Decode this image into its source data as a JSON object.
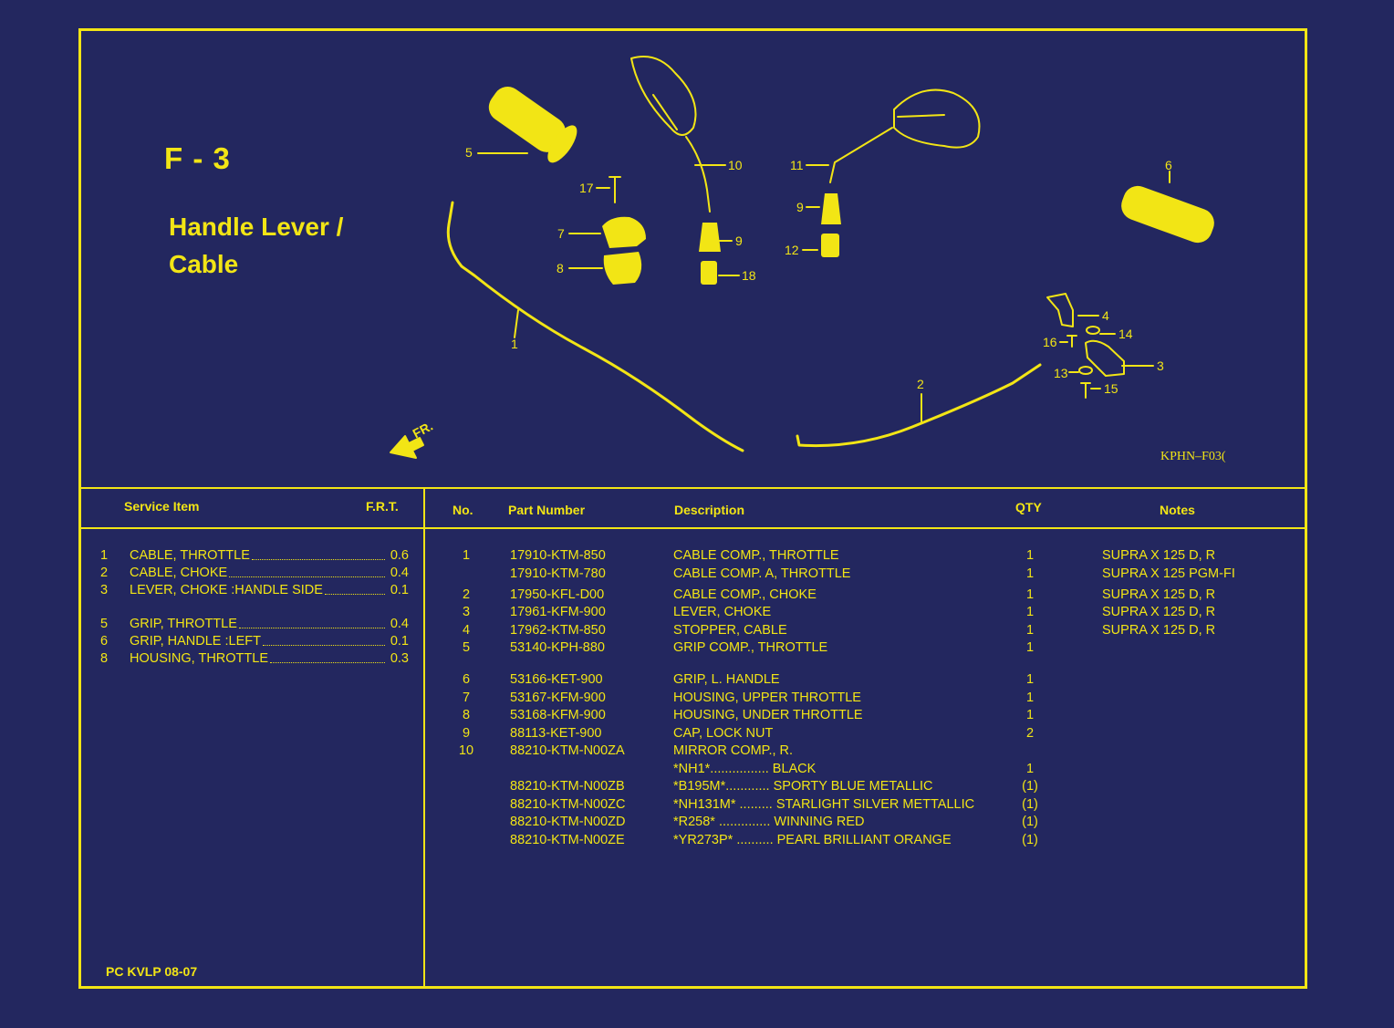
{
  "title": {
    "code": "F - 3",
    "name": "Handle Lever / Cable"
  },
  "figure_code": "KPHN–F03(",
  "direction_label": "FR.",
  "footer_code": "PC KVLP 08-07",
  "colors": {
    "background": "#23275f",
    "ink": "#f2e515"
  },
  "callouts": [
    "1",
    "2",
    "3",
    "4",
    "5",
    "6",
    "7",
    "8",
    "9",
    "9",
    "10",
    "11",
    "12",
    "13",
    "14",
    "15",
    "16",
    "17",
    "18"
  ],
  "service_table": {
    "headers": {
      "item": "Service Item",
      "frt": "F.R.T."
    },
    "rows": [
      {
        "no": "1",
        "name": "CABLE, THROTTLE",
        "frt": "0.6"
      },
      {
        "no": "2",
        "name": "CABLE, CHOKE",
        "frt": "0.4"
      },
      {
        "no": "3",
        "name": "LEVER, CHOKE :HANDLE SIDE",
        "frt": "0.1"
      },
      {
        "no": "5",
        "name": "GRIP, THROTTLE",
        "frt": "0.4"
      },
      {
        "no": "6",
        "name": "GRIP, HANDLE :LEFT",
        "frt": "0.1"
      },
      {
        "no": "8",
        "name": "HOUSING, THROTTLE",
        "frt": "0.3"
      }
    ]
  },
  "parts_table": {
    "headers": {
      "no": "No.",
      "part": "Part Number",
      "desc": "Description",
      "qty": "QTY",
      "notes": "Notes"
    },
    "rows": [
      {
        "no": "1",
        "part": "17910-KTM-850",
        "desc": "CABLE COMP., THROTTLE",
        "qty": "1",
        "notes": "SUPRA X 125 D, R"
      },
      {
        "no": "",
        "part": "17910-KTM-780",
        "desc": "CABLE COMP. A, THROTTLE",
        "qty": "1",
        "notes": "SUPRA X 125 PGM-FI"
      },
      {
        "no": "2",
        "part": "17950-KFL-D00",
        "desc": "CABLE COMP., CHOKE",
        "qty": "1",
        "notes": "SUPRA X 125 D, R"
      },
      {
        "no": "3",
        "part": "17961-KFM-900",
        "desc": "LEVER, CHOKE",
        "qty": "1",
        "notes": "SUPRA X 125 D, R"
      },
      {
        "no": "4",
        "part": "17962-KTM-850",
        "desc": "STOPPER, CABLE",
        "qty": "1",
        "notes": "SUPRA X 125 D, R"
      },
      {
        "no": "5",
        "part": "53140-KPH-880",
        "desc": "GRIP COMP., THROTTLE",
        "qty": "1",
        "notes": ""
      },
      {
        "no": "6",
        "part": "53166-KET-900",
        "desc": "GRIP, L. HANDLE",
        "qty": "1",
        "notes": ""
      },
      {
        "no": "7",
        "part": "53167-KFM-900",
        "desc": "HOUSING, UPPER THROTTLE",
        "qty": "1",
        "notes": ""
      },
      {
        "no": "8",
        "part": "53168-KFM-900",
        "desc": "HOUSING, UNDER THROTTLE",
        "qty": "1",
        "notes": ""
      },
      {
        "no": "9",
        "part": "88113-KET-900",
        "desc": "CAP, LOCK NUT",
        "qty": "2",
        "notes": ""
      },
      {
        "no": "10",
        "part": "88210-KTM-N00ZA",
        "desc": "MIRROR COMP., R.",
        "qty": "",
        "notes": ""
      },
      {
        "no": "",
        "part": "",
        "desc": "*NH1*................ BLACK",
        "qty": "1",
        "notes": ""
      },
      {
        "no": "",
        "part": "88210-KTM-N00ZB",
        "desc": "*B195M*............ SPORTY BLUE METALLIC",
        "qty": "(1)",
        "notes": ""
      },
      {
        "no": "",
        "part": "88210-KTM-N00ZC",
        "desc": "*NH131M* ......... STARLIGHT SILVER METTALLIC",
        "qty": "(1)",
        "notes": ""
      },
      {
        "no": "",
        "part": "88210-KTM-N00ZD",
        "desc": "*R258* .............. WINNING RED",
        "qty": "(1)",
        "notes": ""
      },
      {
        "no": "",
        "part": "88210-KTM-N00ZE",
        "desc": "*YR273P* .......... PEARL BRILLIANT ORANGE",
        "qty": "(1)",
        "notes": ""
      }
    ]
  }
}
